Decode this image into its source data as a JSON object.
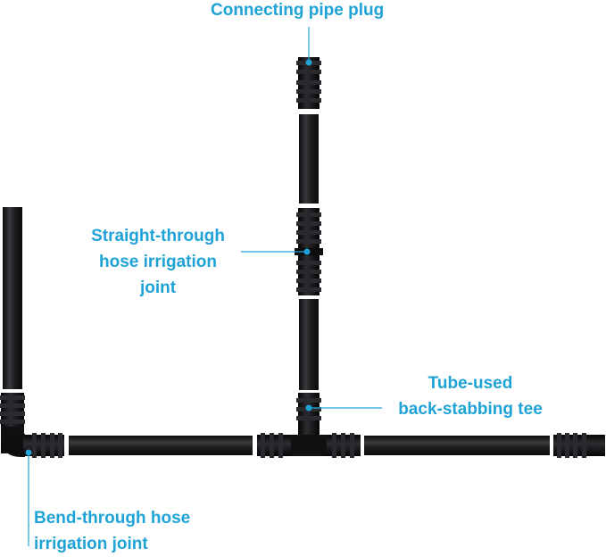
{
  "colors": {
    "label": "#1fa3d6",
    "pipe": "#1d1d1f",
    "fitting": "#141416",
    "leader": "#1fa3d6"
  },
  "labels": {
    "connecting_pipe_plug": "Connecting pipe plug",
    "straight_through": [
      "Straight-through",
      "hose irrigation",
      "joint"
    ],
    "tube_used_tee": [
      "Tube-used",
      "back-stabbing tee"
    ],
    "bend_through": [
      "Bend-through hose",
      "irrigation joint"
    ]
  }
}
